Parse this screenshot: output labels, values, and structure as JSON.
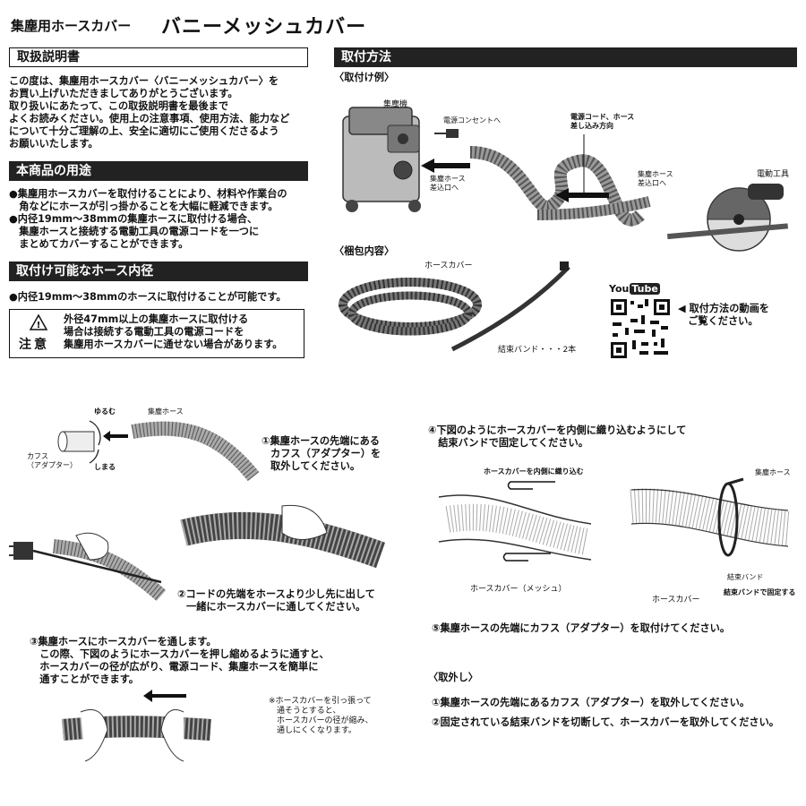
{
  "title": {
    "sub": "集塵用ホースカバー",
    "main": "バニーメッシュカバー"
  },
  "left": {
    "manual_header": "取扱説明書",
    "intro": [
      "この度は、集塵用ホースカバー〈バニーメッシュカバー〉を",
      "お買い上げいただきましてありがとうございます。",
      "取り扱いにあたって、この取扱説明書を最後まで",
      "よくお読みください。使用上の注意事項、使用方法、能力など",
      "について十分ご理解の上、安全に適切にご使用くださるよう",
      "お願いいたします。"
    ],
    "usage_header": "本商品の用途",
    "usage": [
      "●集塵用ホースカバーを取付けることにより、材料や作業台の",
      "　角などにホースが引っ掛かることを大幅に軽減できます。",
      "●内径19mm〜38mmの集塵ホースに取付ける場合、",
      "　集塵ホースと接続する電動工具の電源コードを一つに",
      "　まとめてカバーすることができます。"
    ],
    "diameter_header": "取付け可能なホース内径",
    "diameter": "●内径19mm〜38mmのホースに取付けることが可能です。",
    "caution_label": "注意",
    "caution": [
      "外径47mm以上の集塵ホースに取付ける",
      "場合は接続する電動工具の電源コードを",
      "集塵用ホースカバーに通せない場合があります。"
    ]
  },
  "right": {
    "install_header": "取付方法",
    "example_label": "〈取付け例〉",
    "labels": {
      "dust_collector": "集塵機",
      "power_outlet": "電源コンセントへ",
      "cord_direction_1": "電源コード、ホース",
      "cord_direction_2": "差し込み方向",
      "hose_inlet_1": "集塵ホース",
      "hose_inlet_2": "差込口へ",
      "tool_hose_1": "集塵ホース",
      "tool_hose_2": "差込口へ",
      "power_tool": "電動工具"
    },
    "package_label": "〈梱包内容〉",
    "hose_cover": "ホースカバー",
    "cable_tie": "結束バンド・・・2本",
    "youtube_you": "You",
    "youtube_tube": "Tube",
    "video_1": "◀ 取付方法の動画を",
    "video_2": "　ご覧ください。"
  },
  "steps": {
    "loosen": "ゆるむ",
    "tighten": "しまる",
    "dust_hose": "集塵ホース",
    "cuff_1": "カフス",
    "cuff_2": "（アダプター）",
    "step1": [
      "①集塵ホースの先端にある",
      "カフス（アダプター）を",
      "取外してください。"
    ],
    "step2": [
      "②コードの先端をホースより少し先に出して",
      "一緒にホースカバーに通してください。"
    ],
    "step3": [
      "③集塵ホースにホースカバーを通します。",
      "　この際、下図のようにホースカバーを押し縮めるように通すと、",
      "　ホースカバーの径が広がり、電源コード、集塵ホースを簡単に",
      "　通すことができます。"
    ],
    "note": [
      "※ホースカバーを引っ張って",
      "　通そうとすると、",
      "　ホースカバーの径が縮み、",
      "　通しにくくなります。"
    ],
    "step4": [
      "④下図のようにホースカバーを内側に織り込むようにして",
      "　結束バンドで固定してください。"
    ],
    "fold_in": "ホースカバーを内側に織り込む",
    "mesh_label": "ホースカバー（メッシュ）",
    "dust_hose_2": "集塵ホース",
    "tie_label": "結束バンド",
    "tie_fix": "結束バンドで固定する",
    "cover_label": "ホースカバー",
    "step5": "⑤集塵ホースの先端にカフス（アダプター）を取付けてください。",
    "removal_header": "〈取外し〉",
    "removal1": "①集塵ホースの先端にあるカフス（アダプター）を取外してください。",
    "removal2": "②固定されている結束バンドを切断して、ホースカバーを取外してください。"
  }
}
